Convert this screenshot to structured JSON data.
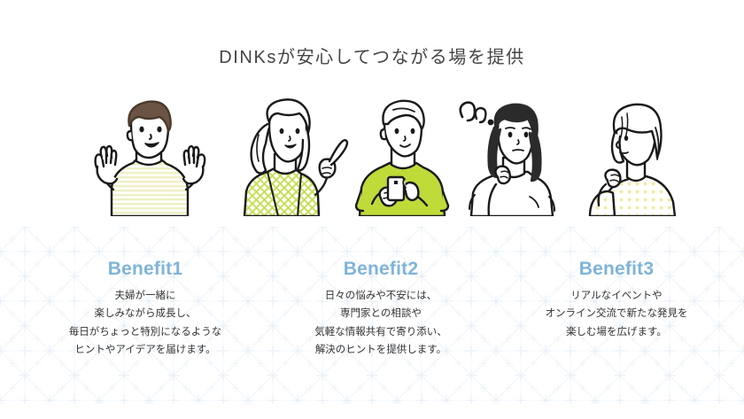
{
  "page": {
    "title": "DINKsが安心してつながる場を提供",
    "background_color": "#ffffff"
  },
  "colors": {
    "title_text": "#444444",
    "benefit_heading": "#7FB4D8",
    "benefit_body_text": "#333333",
    "bracket_green": "#A6CE39",
    "bracket_blue": "#5BA7D4",
    "pattern_line": "#cfe0ef",
    "shirt_yellow_stripe": "#EFEFC4",
    "top_green": "#C6DE4E",
    "tshirt_green": "#BEDB3A",
    "dots_yellow": "#EDEC9A",
    "hair_brown": "#6B5444",
    "hair_black": "#2B2B2B",
    "outline": "#1a1a1a"
  },
  "illustrations": [
    {
      "id": "man-waving",
      "alt": "短髪の男性が両手を上げて笑顔で話している",
      "hair": "brown",
      "clothing": "yellow-striped-shirt"
    },
    {
      "id": "woman-pointing",
      "alt": "ロングヘアの女性が指をさしている",
      "hair": "light-long-wavy",
      "clothing": "green-patterned-top"
    },
    {
      "id": "man-smartphone",
      "alt": "若い男性がスマートフォンを見ている",
      "hair": "light-short",
      "clothing": "green-tshirt"
    },
    {
      "id": "woman-thinking",
      "alt": "黒髪の女性が考え込んでいる",
      "hair": "black-long",
      "clothing": "white-top"
    },
    {
      "id": "woman-bob",
      "alt": "ボブヘアの女性が横を向いている",
      "hair": "light-bob",
      "clothing": "yellow-dotted-top"
    }
  ],
  "benefits": [
    {
      "heading": "Benefit1",
      "lines": [
        "夫婦が一緒に",
        "楽しみながら成長し、",
        "毎日がちょっと特別になるような",
        "ヒントやアイデアを届けます。"
      ]
    },
    {
      "heading": "Benefit2",
      "lines": [
        "日々の悩みや不安には、",
        "専門家との相談や",
        "気軽な情報共有で寄り添い、",
        "解決のヒントを提供します。"
      ]
    },
    {
      "heading": "Benefit3",
      "lines": [
        "リアルなイベントや",
        "オンライン交流で新たな発見を",
        "楽しむ場を広げます。"
      ]
    }
  ]
}
